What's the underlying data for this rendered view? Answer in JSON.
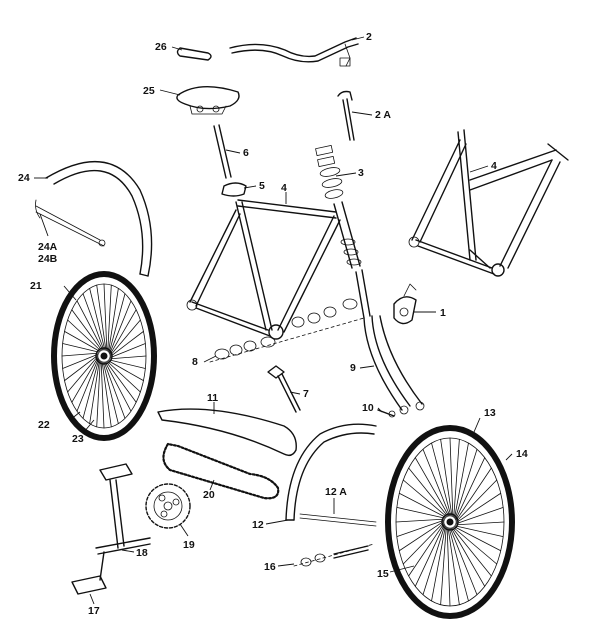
{
  "labels": {
    "p26": "26",
    "p2": "2",
    "p25": "25",
    "p2a": "2 A",
    "p6": "6",
    "p3": "3",
    "p5": "5",
    "p4_frame": "4",
    "p4_side": "4",
    "p24": "24",
    "p24a": "24A",
    "p24b": "24B",
    "p21": "21",
    "p1": "1",
    "p8": "8",
    "p9": "9",
    "p7": "7",
    "p11": "11",
    "p10": "10",
    "p22": "22",
    "p23": "23",
    "p13": "13",
    "p14": "14",
    "p20": "20",
    "p12a": "12 A",
    "p12": "12",
    "p19": "19",
    "p18": "18",
    "p16": "16",
    "p15": "15",
    "p17": "17"
  },
  "colors": {
    "ink": "#111111",
    "paper": "#ffffff"
  }
}
